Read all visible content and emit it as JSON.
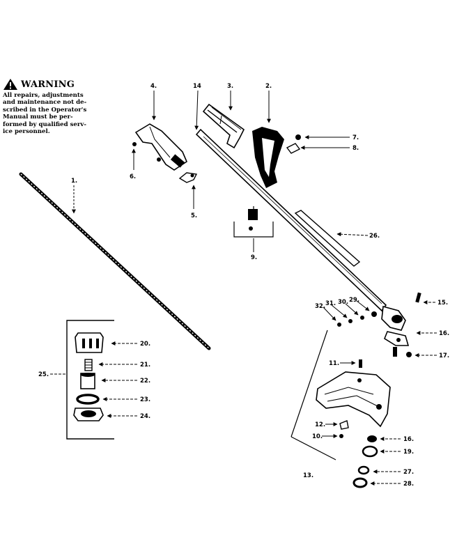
{
  "warning": {
    "title": "WARNING",
    "lines": [
      "All repairs, adjustments",
      "and maintenance not de-",
      "scribed in the Operator's",
      "Manual must be per-",
      "formed by qualified serv-",
      "ice personnel."
    ]
  },
  "labels": {
    "p1": "1.",
    "p2": "2.",
    "p3": "3.",
    "p4": "4.",
    "p5": "5.",
    "p6": "6.",
    "p7": "7.",
    "p8": "8.",
    "p9": "9.",
    "p10": "10.",
    "p11": "11.",
    "p12": "12.",
    "p13": "13.",
    "p14": "14",
    "p15": "15.",
    "p16a": "16.",
    "p16b": "16.",
    "p17": "17.",
    "p19": "19.",
    "p20": "20.",
    "p21": "21.",
    "p22": "22.",
    "p23": "23.",
    "p24": "24.",
    "p25": "25.",
    "p26": "26.",
    "p27": "27.",
    "p28": "28.",
    "p29": "29.",
    "p30": "30.",
    "p31": "31.",
    "p32": "32."
  }
}
